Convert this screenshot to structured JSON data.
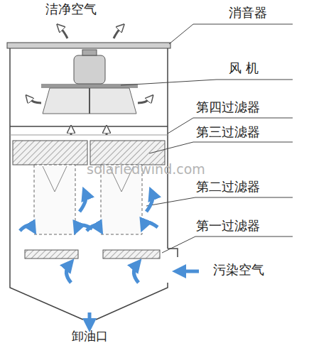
{
  "diagram": {
    "labels": [
      "洁净空气",
      "消音器",
      "风 机",
      "第四过滤器",
      "第三过滤器",
      "第二过滤器",
      "第一过滤器",
      "污染空气",
      "卸油口",
      "solarledwind.com"
    ]
  }
}
